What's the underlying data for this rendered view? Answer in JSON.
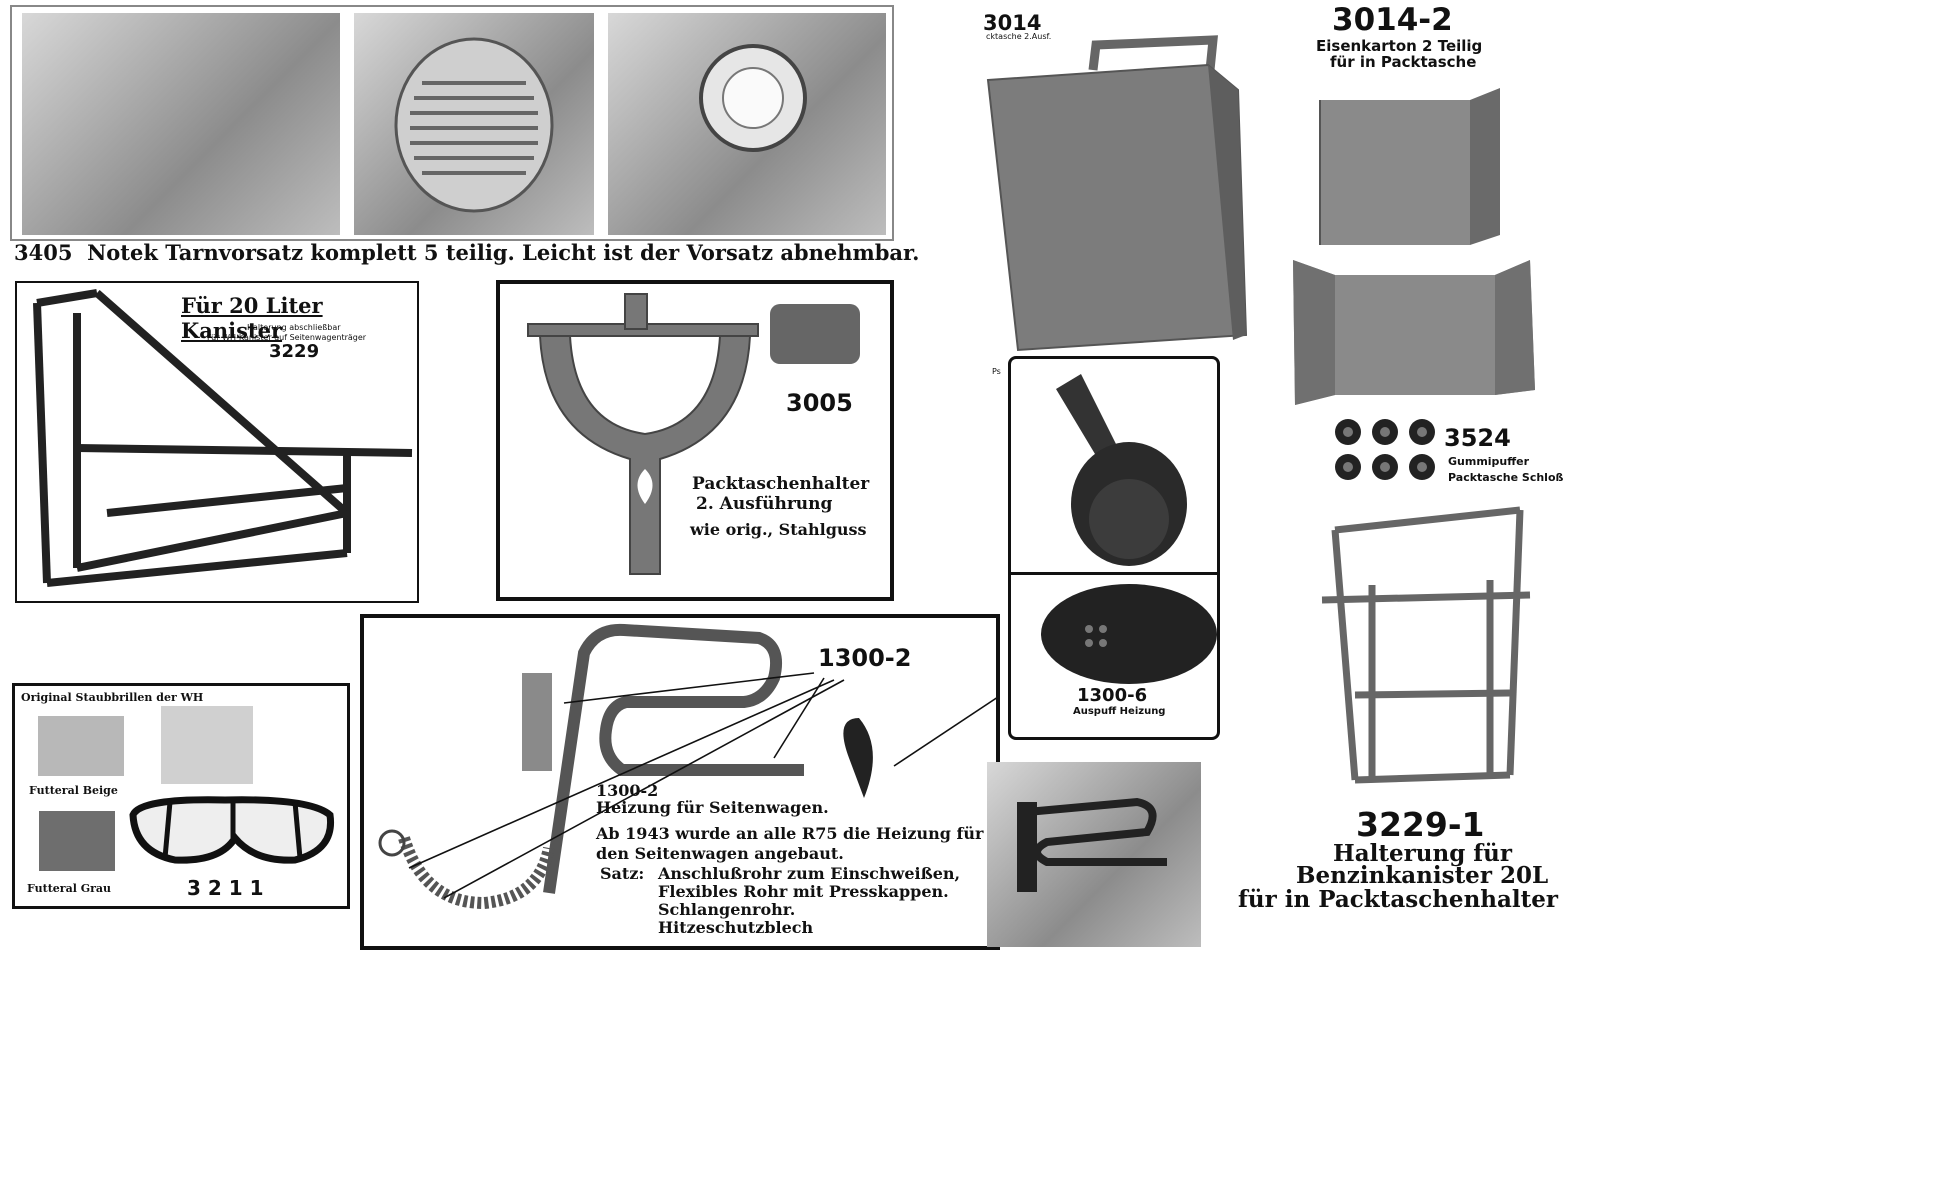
{
  "notek": {
    "caption": "3405  Notek Tarnvorsatz komplett 5 teilig. Leicht ist der Vorsatz abnehmbar."
  },
  "kanister_3229": {
    "heading": "Für 20 Liter Kanister",
    "line1": "Halterung abschließbar",
    "line2": "Für WH-Kanister auf Seitenwagenträger",
    "number": "3229"
  },
  "packtasche_3005": {
    "number": "3005",
    "line1": "Packtaschenhalter",
    "line2": "2. Ausführung",
    "line3": "wie orig., Stahlguss"
  },
  "box_3014": {
    "number": "3014",
    "sub": "cktasche 2.Ausf.",
    "stray": "Ps"
  },
  "karton_3014_2": {
    "number": "3014-2",
    "line1": "Eisenkarton 2 Teilig",
    "line2": "für in Packtasche"
  },
  "puffer_3524": {
    "number": "3524",
    "line1": "Gummipuffer",
    "line2": "Packtasche Schloß"
  },
  "auspuff_1300_6": {
    "number": "1300-6",
    "label": "Auspuff Heizung"
  },
  "heizung_1300_2": {
    "callout": "1300-2",
    "number": "1300-2",
    "title": "Heizung für Seitenwagen.",
    "text1": "Ab 1943 wurde an alle R75 die Heizung für",
    "text2": "den Seitenwagen angebaut.",
    "satz_label": "Satz:",
    "items": [
      "Anschlußrohr zum Einschweißen,",
      "Flexibles Rohr mit Presskappen.",
      "Schlangenrohr.",
      "Hitzeschutzblech"
    ]
  },
  "brillen_3211": {
    "title": "Original Staubbrillen der WH",
    "beige": "Futteral Beige",
    "grau": "Futteral Grau",
    "number": "3 2 1 1"
  },
  "halter_3229_1": {
    "number": "3229-1",
    "line1": "Halterung für",
    "line2": "Benzinkanister 20L",
    "line3": "für in Packtaschenhalter"
  }
}
